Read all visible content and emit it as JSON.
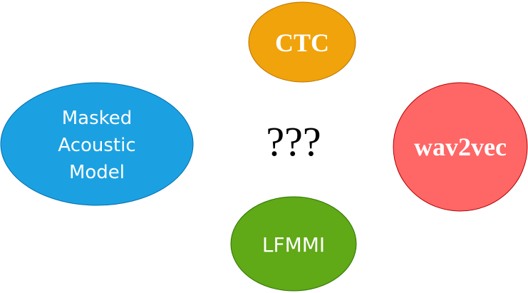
{
  "nodes": {
    "ctc": {
      "label": "CTC",
      "color": "#F0A30A",
      "stroke": "#BD7000"
    },
    "mam": {
      "lines": [
        "Masked",
        "Acoustic",
        "Model"
      ],
      "color": "#1BA1E2",
      "stroke": "#006EAF"
    },
    "wav2vec": {
      "label": "wav2vec",
      "color": "#FF6666",
      "stroke": "#B20000"
    },
    "lfmmi": {
      "label": "LFMMI",
      "color": "#60A917",
      "stroke": "#2D7600"
    }
  },
  "center_text": "???"
}
